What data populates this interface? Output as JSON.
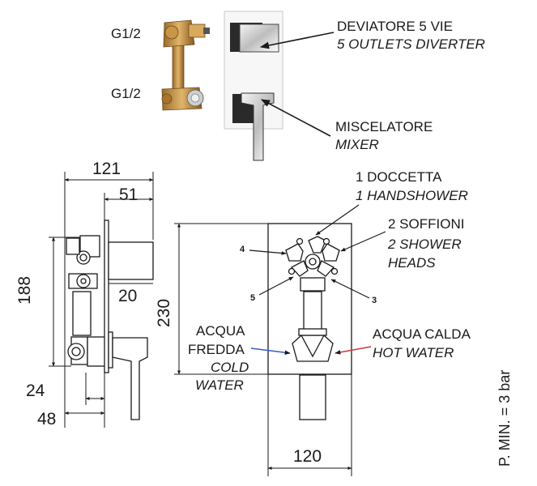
{
  "callouts": {
    "diverter_it": "DEVIATORE 5 VIE",
    "diverter_en": "5 OUTLETS DIVERTER",
    "mixer_it": "MISCELATORE",
    "mixer_en": "MIXER",
    "handshower_it": "1 DOCCETTA",
    "handshower_en": "1 HANDSHOWER",
    "showerheads_it": "2 SOFFIONI",
    "showerheads_en_1": "2 SHOWER",
    "showerheads_en_2": "HEADS",
    "hot_it": "ACQUA CALDA",
    "hot_en": "HOT WATER",
    "cold_it_1": "ACQUA",
    "cold_it_2": "FREDDA",
    "cold_en_1": "COLD",
    "cold_en_2": "WATER"
  },
  "thread_labels": [
    "G1/2",
    "G1/2"
  ],
  "dimensions": {
    "d121": "121",
    "d51": "51",
    "d188": "188",
    "d20": "20",
    "d230": "230",
    "d24": "24",
    "d48": "48",
    "d120": "120"
  },
  "outlet_numbers": {
    "n4": "4",
    "n5": "5",
    "n3": "3"
  },
  "pressure_note": "P. MIN. = 3 bar"
}
